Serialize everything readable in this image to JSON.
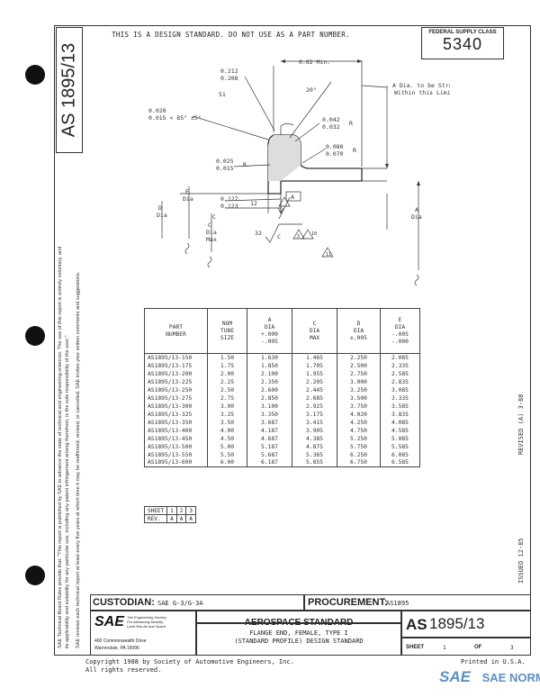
{
  "header": {
    "note": "THIS IS A DESIGN STANDARD.  DO NOT USE AS A PART NUMBER.",
    "fsc_label": "FEDERAL SUPPLY CLASS",
    "fsc_value": "5340",
    "doc_number_vertical": "AS 1895/13"
  },
  "left_margin": {
    "line1": "SAE Technical Board Rules provide that: \"This report is published by SAE to advance the state of technical and engineering sciences. The use of this report is entirely voluntary, and",
    "line2": "its applicability and suitability for any particular use, including any patent infringement arising therefrom, is the sole responsibility of the user.\"",
    "line3": "SAE reviews each technical report at least every five years at which time it may be reaffirmed, revised, or cancelled. SAE invites your written comments and suggestions."
  },
  "drawing": {
    "dim_062": "0.62 Min.",
    "dim_212": "0.212",
    "dim_208": "0.208",
    "dim_20deg": "20°",
    "note_straight_1": "A Dia. to be Straight",
    "note_straight_2": "Within this Limit",
    "dim_020": "0.020",
    "dim_015": "0.015 × 85° ±5°",
    "dim_042": "0.042",
    "dim_032": "0.032",
    "r1": "R",
    "dim_080": "0.080",
    "dim_070": "0.070",
    "r2": "R",
    "dim_025": "0.025",
    "dim_015b": "0.015",
    "r3": "R.",
    "dim_127": "0.127",
    "dim_123": "0.123",
    "flag_12": "12",
    "box_a": "A",
    "e_dia_1": "E",
    "e_dia_2": "Dia",
    "d_dia_1": "D",
    "d_dia_2": "Dia",
    "c_dia_1": "C",
    "c_dia_2": "Dia",
    "c_dia_3": "Max",
    "a_dia_1": "A",
    "a_dia_2": "Dia",
    "finish": "32",
    "finish_sub": "C",
    "flag_3": "3",
    "flag_10": "10",
    "flag_11": "11",
    "label_51": "51",
    "label_c": "C"
  },
  "table": {
    "headers": [
      [
        "PART",
        "NUMBER",
        ""
      ],
      [
        "NOM",
        "TUBE",
        "SIZE"
      ],
      [
        "A",
        "DIA",
        "+.000",
        "-.005"
      ],
      [
        "C",
        "DIA",
        "MAX"
      ],
      [
        "D",
        "DIA",
        "±.005"
      ],
      [
        "E",
        "DIA",
        "-.005",
        "-.000"
      ]
    ],
    "rows": [
      [
        "AS1895/13-150",
        "1.50",
        "1.630",
        "1.465",
        "2.250",
        "2.085"
      ],
      [
        "AS1895/13-175",
        "1.75",
        "1.850",
        "1.705",
        "2.500",
        "2.335"
      ],
      [
        "AS1895/13-200",
        "2.00",
        "2.100",
        "1.955",
        "2.750",
        "2.585"
      ],
      [
        "AS1895/13-225",
        "2.25",
        "2.350",
        "2.205",
        "3.000",
        "2.835"
      ],
      [
        "AS1895/13-250",
        "2.50",
        "2.600",
        "2.445",
        "3.250",
        "3.085"
      ],
      [
        "AS1895/13-275",
        "2.75",
        "2.850",
        "2.685",
        "3.500",
        "3.335"
      ],
      [
        "AS1895/13-300",
        "3.00",
        "3.100",
        "2.925",
        "3.750",
        "3.585"
      ],
      [
        "AS1895/13-325",
        "3.25",
        "3.350",
        "3.175",
        "4.020",
        "3.835"
      ],
      [
        "AS1895/13-350",
        "3.50",
        "3.687",
        "3.415",
        "4.250",
        "4.085"
      ],
      [
        "AS1895/13-400",
        "4.00",
        "4.187",
        "3.905",
        "4.750",
        "4.585"
      ],
      [
        "AS1895/13-450",
        "4.50",
        "4.687",
        "4.385",
        "5.250",
        "5.085"
      ],
      [
        "AS1895/13-500",
        "5.00",
        "5.187",
        "4.875",
        "5.750",
        "5.585"
      ],
      [
        "AS1895/13-550",
        "5.50",
        "5.687",
        "5.365",
        "6.250",
        "6.085"
      ],
      [
        "AS1895/13-600",
        "6.00",
        "6.187",
        "5.855",
        "6.750",
        "6.585"
      ]
    ]
  },
  "revisions": {
    "sheet_label": "SHEET",
    "sheets": [
      "1",
      "2",
      "3"
    ],
    "rev_label": "REV.",
    "revs": [
      "A",
      "A",
      "A"
    ]
  },
  "right_margin": {
    "revised": "REVISED (A) 3-88",
    "issued": "ISSUED 12-85"
  },
  "title_block": {
    "custodian_label": "CUSTODIAN:",
    "custodian_value": "SAE G-3/G-3A",
    "procurement_label": "PROCUREMENT:",
    "procurement_value": "AS1895",
    "sae_logo": "SAE",
    "sae_tag1": "The Engineering Society",
    "sae_tag2": "For Advancing Mobility",
    "sae_tag3": "Land Sea Air and Space",
    "address1": "400 Commonwealth Drive",
    "address2": "Warrendale, PA 15096",
    "aero_title": "AEROSPACE STANDARD",
    "desc1": "FLANGE END, FEMALE, TYPE I",
    "desc2": "(STANDARD PROFILE) DESIGN STANDARD",
    "as_prefix": "AS",
    "as_number": "1895/13",
    "sheet_label": "SHEET",
    "sheet_num": "1",
    "of_label": "OF",
    "of_num": "3"
  },
  "footer": {
    "copyright1": "Copyright 1988 by Society of Automotive Engineers, Inc.",
    "copyright2": "All rights reserved.",
    "printed": "Printed in U.S.A.",
    "watermark_logo": "SAE",
    "watermark_text": "SAE NORM"
  }
}
